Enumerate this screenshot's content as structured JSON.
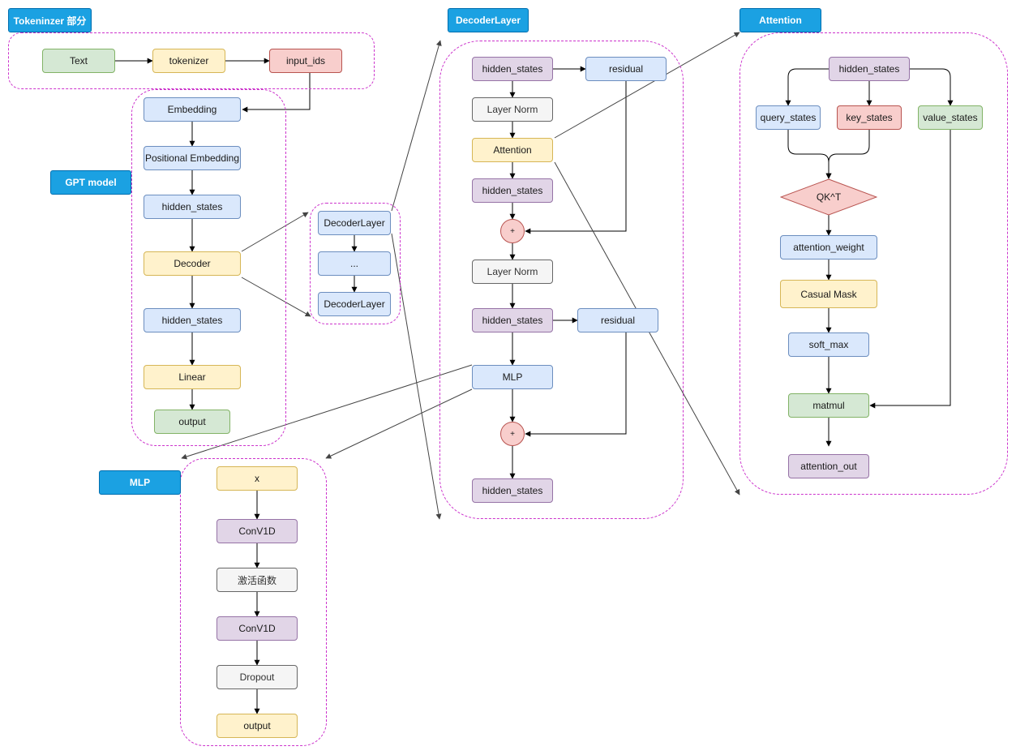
{
  "titles": {
    "tokenizer": "Tokeninzer 部分",
    "gpt": "GPT model",
    "decoder_layer": "DecoderLayer",
    "attention": "Attention",
    "mlp": "MLP"
  },
  "tokenizer": {
    "text": "Text",
    "tokenizer": "tokenizer",
    "input_ids": "input_ids"
  },
  "gpt": {
    "embedding": "Embedding",
    "positional_embedding": "Positional Embedding",
    "hidden_states_1": "hidden_states",
    "decoder": "Decoder",
    "hidden_states_2": "hidden_states",
    "linear": "Linear",
    "output": "output"
  },
  "decoder_stack": {
    "layer_1": "DecoderLayer",
    "ellipsis": "...",
    "layer_n": "DecoderLayer"
  },
  "decoder_layer": {
    "hidden_states_in": "hidden_states",
    "residual_1": "residual",
    "layer_norm_1": "Layer Norm",
    "attention": "Attention",
    "hidden_states_attn": "hidden_states",
    "add_1": "+",
    "layer_norm_2": "Layer Norm",
    "hidden_states_mid": "hidden_states",
    "residual_2": "residual",
    "mlp": "MLP",
    "add_2": "+",
    "hidden_states_out": "hidden_states"
  },
  "attention": {
    "hidden_states": "hidden_states",
    "query_states": "query_states",
    "key_states": "key_states",
    "value_states": "value_states",
    "qkt": "QK^T",
    "attention_weight": "attention_weight",
    "casual_mask": "Casual Mask",
    "soft_max": "soft_max",
    "matmul": "matmul",
    "attention_out": "attention_out"
  },
  "mlp": {
    "x": "x",
    "conv1d_1": "ConV1D",
    "activation": "激活函数",
    "conv1d_2": "ConV1D",
    "dropout": "Dropout",
    "output": "output"
  },
  "colors": {
    "group_border": "#cc33cc",
    "title_fill": "#1ba1e2",
    "edge": "#000000",
    "cross_edge": "#444444"
  }
}
